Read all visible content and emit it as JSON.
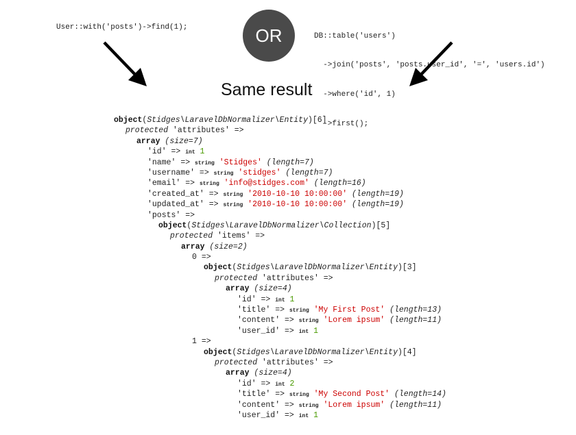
{
  "query_left": "User::with('posts')->find(1);",
  "query_right": [
    "DB::table('users')",
    "  ->join('posts', 'posts.user_id', '=', 'users.id')",
    "  ->where('id', 1)",
    "  ->first();"
  ],
  "or_label": "OR",
  "heading": "Same result",
  "colors": {
    "circle": "#4a4a4a",
    "number": "#4a9a00",
    "string": "#cc0000",
    "arrow": "#000000"
  },
  "dump": {
    "entity_class": "Stidges\\LaravelDbNormalizer\\Entity",
    "collection_class": "Stidges\\LaravelDbNormalizer\\Collection",
    "user": {
      "object_id": "[6]",
      "size": "(size=7)",
      "fields": [
        {
          "key": "'id'",
          "type": "int",
          "value": "1",
          "kind": "num",
          "len": ""
        },
        {
          "key": "'name'",
          "type": "string",
          "value": "'Stidges'",
          "kind": "str",
          "len": "(length=7)"
        },
        {
          "key": "'username'",
          "type": "string",
          "value": "'stidges'",
          "kind": "str",
          "len": "(length=7)"
        },
        {
          "key": "'email'",
          "type": "string",
          "value": "'info@stidges.com'",
          "kind": "str",
          "len": "(length=16)"
        },
        {
          "key": "'created_at'",
          "type": "string",
          "value": "'2010-10-10 10:00:00'",
          "kind": "str",
          "len": "(length=19)"
        },
        {
          "key": "'updated_at'",
          "type": "string",
          "value": "'2010-10-10 10:00:00'",
          "kind": "str",
          "len": "(length=19)"
        }
      ],
      "posts_key": "'posts'"
    },
    "collection": {
      "object_id": "[5]",
      "items_label": "'items'",
      "size": "(size=2)"
    },
    "posts": [
      {
        "index": "0",
        "object_id": "[3]",
        "size": "(size=4)",
        "fields": [
          {
            "key": "'id'",
            "type": "int",
            "value": "1",
            "kind": "num",
            "len": ""
          },
          {
            "key": "'title'",
            "type": "string",
            "value": "'My First Post'",
            "kind": "str",
            "len": "(length=13)"
          },
          {
            "key": "'content'",
            "type": "string",
            "value": "'Lorem ipsum'",
            "kind": "str",
            "len": "(length=11)"
          },
          {
            "key": "'user_id'",
            "type": "int",
            "value": "1",
            "kind": "num",
            "len": ""
          }
        ]
      },
      {
        "index": "1",
        "object_id": "[4]",
        "size": "(size=4)",
        "fields": [
          {
            "key": "'id'",
            "type": "int",
            "value": "2",
            "kind": "num",
            "len": ""
          },
          {
            "key": "'title'",
            "type": "string",
            "value": "'My Second Post'",
            "kind": "str",
            "len": "(length=14)"
          },
          {
            "key": "'content'",
            "type": "string",
            "value": "'Lorem ipsum'",
            "kind": "str",
            "len": "(length=11)"
          },
          {
            "key": "'user_id'",
            "type": "int",
            "value": "1",
            "kind": "num",
            "len": ""
          }
        ]
      }
    ],
    "labels": {
      "object": "object",
      "protected": "protected",
      "attributes": "'attributes'",
      "arrow": "=>",
      "array": "array"
    }
  }
}
